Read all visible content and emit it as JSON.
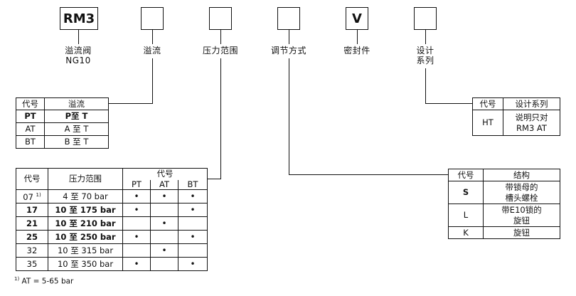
{
  "header": {
    "boxes": [
      "RM3",
      "",
      "",
      "",
      "V",
      ""
    ],
    "labels": [
      [
        "溢流阀",
        "NG10"
      ],
      [
        "溢流"
      ],
      [
        "压力范围"
      ],
      [
        "调节方式"
      ],
      [
        "密封件"
      ],
      [
        "设计",
        "系列"
      ]
    ]
  },
  "overflow_table": {
    "headers": [
      "代号",
      "溢流"
    ],
    "rows": [
      {
        "code": "PT",
        "desc": "P至 T",
        "bold": true
      },
      {
        "code": "AT",
        "desc": "A 至 T",
        "bold": false
      },
      {
        "code": "BT",
        "desc": "B 至 T",
        "bold": false
      }
    ]
  },
  "pressure_table": {
    "headers": [
      "代号",
      "压力范围",
      "代号"
    ],
    "sub_headers": [
      "PT",
      "AT",
      "BT"
    ],
    "dot": "•",
    "rows": [
      {
        "code": "07",
        "sup": "1)",
        "range": "4 至 70 bar",
        "bold": false,
        "pt": true,
        "at": true,
        "bt": true
      },
      {
        "code": "17",
        "sup": "",
        "range": "10 至 175 bar",
        "bold": true,
        "pt": true,
        "at": false,
        "bt": true
      },
      {
        "code": "21",
        "sup": "",
        "range": "10 至 210 bar",
        "bold": true,
        "pt": false,
        "at": true,
        "bt": false
      },
      {
        "code": "25",
        "sup": "",
        "range": "10 至 250 bar",
        "bold": true,
        "pt": true,
        "at": false,
        "bt": true
      },
      {
        "code": "32",
        "sup": "",
        "range": "10 至 315 bar",
        "bold": false,
        "pt": false,
        "at": true,
        "bt": false
      },
      {
        "code": "35",
        "sup": "",
        "range": "10 至 350 bar",
        "bold": false,
        "pt": true,
        "at": false,
        "bt": true
      }
    ]
  },
  "footnote": {
    "mark": "1)",
    "text": "AT = 5-65 bar"
  },
  "design_table": {
    "headers": [
      "代号",
      "设计系列"
    ],
    "row": {
      "code": "HT",
      "desc_lines": [
        "说明只对",
        "RM3 AT"
      ]
    }
  },
  "structure_table": {
    "headers": [
      "代号",
      "结构"
    ],
    "rows": [
      {
        "code": "S",
        "bold": true,
        "lines": [
          "带锁母的",
          "槽头螺栓"
        ]
      },
      {
        "code": "L",
        "bold": false,
        "lines": [
          "带E10锁的",
          "旋钮"
        ]
      },
      {
        "code": "K",
        "bold": false,
        "lines": [
          "旋钮"
        ]
      }
    ]
  }
}
